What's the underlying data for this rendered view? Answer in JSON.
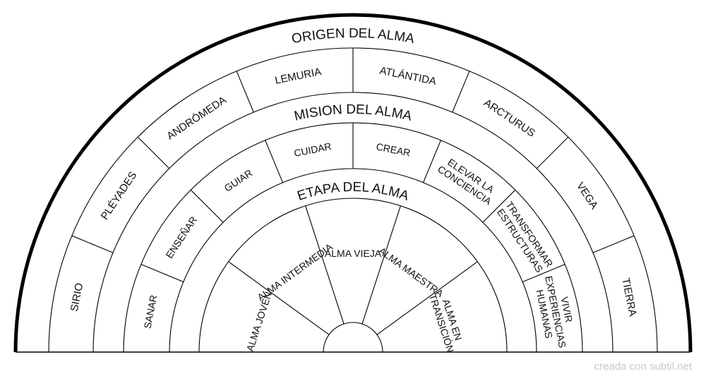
{
  "diagram": {
    "rings": [
      {
        "title": "ORIGEN DEL ALMA",
        "segments": [
          "SIRIO",
          "PLÉYADES",
          "ANDRÓMEDA",
          "LEMURIA",
          "ATLÁNTIDA",
          "ARCTURUS",
          "VEGA",
          "TIERRA"
        ]
      },
      {
        "title": "MISION DEL ALMA",
        "segments": [
          [
            "SANAR"
          ],
          [
            "ENSEÑAR"
          ],
          [
            "GUIAR"
          ],
          [
            "CUIDAR"
          ],
          [
            "CREAR"
          ],
          [
            "ELEVAR LA",
            "CONCIENCIA"
          ],
          [
            "TRANSFORMAR",
            "ESTRUCTURAS"
          ],
          [
            "VIVIR",
            "EXPERIENCIAS",
            "HUMANAS"
          ]
        ]
      },
      {
        "title": "ETAPA DEL ALMA",
        "segments": [
          [
            "ALMA JOVEN"
          ],
          [
            "ALMA INTERMEDIA"
          ],
          [
            "ALMA VIEJA"
          ],
          [
            "ALMA MAESTRA"
          ],
          [
            "ALMA EN",
            "TRANSICIÓN"
          ]
        ]
      }
    ],
    "colors": {
      "stroke": "#000000",
      "fill": "#ffffff",
      "credit": "#c8c8c8"
    }
  },
  "credit": "creada con subtil.net"
}
